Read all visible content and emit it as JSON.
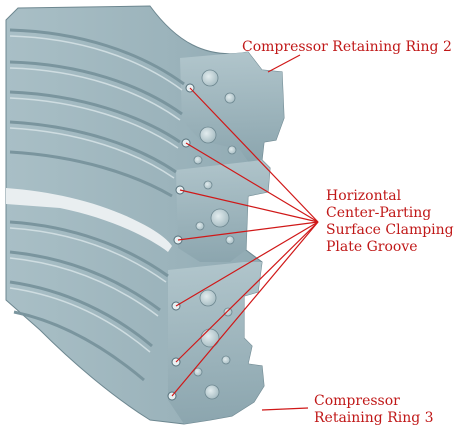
{
  "labels": {
    "ring2": "Compressor Retaining Ring 2",
    "groove_lines": [
      "Horizontal",
      "Center-Parting",
      "Surface Clamping",
      "Plate Groove"
    ],
    "ring3_lines": [
      "Compressor",
      "Retaining Ring 3"
    ]
  },
  "colors": {
    "metal_face": "#9fb7bf",
    "metal_light": "#b9cdd3",
    "metal_dark": "#6f8a93",
    "groove": "#7f9aa3",
    "gap": "#e9eef0",
    "leader": "#d01818",
    "label_text": "#c01818",
    "hole": "#cddde1"
  }
}
